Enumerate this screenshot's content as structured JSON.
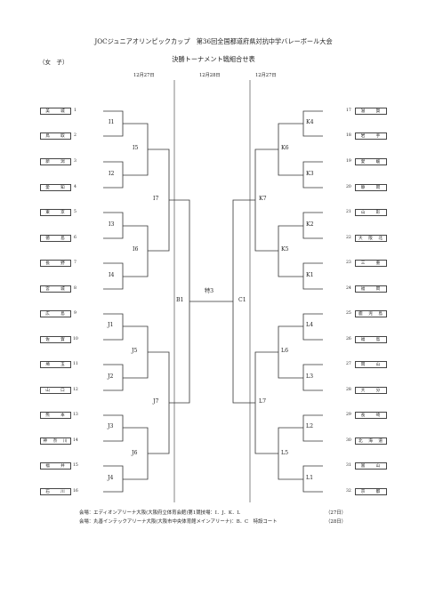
{
  "header": {
    "title": "JOCジュニアオリンピックカップ　第36回全国都道府県対抗中学バレーボール大会",
    "subtitle": "決勝トーナメント戦組合せ表",
    "category": "（女　子）"
  },
  "dates": {
    "left": "12月27日",
    "center": "12月28日",
    "right": "12月27日"
  },
  "left_teams": [
    {
      "num": "1",
      "name": "美　　城"
    },
    {
      "num": "2",
      "name": "鳥　　取"
    },
    {
      "num": "3",
      "name": "新　　潟"
    },
    {
      "num": "4",
      "name": "愛　　知"
    },
    {
      "num": "5",
      "name": "東　　京"
    },
    {
      "num": "6",
      "name": "徳　　島"
    },
    {
      "num": "7",
      "name": "長　　野"
    },
    {
      "num": "8",
      "name": "宮　　城"
    },
    {
      "num": "9",
      "name": "広　　島"
    },
    {
      "num": "10",
      "name": "佐　　賀"
    },
    {
      "num": "11",
      "name": "埼　　玉"
    },
    {
      "num": "12",
      "name": "山　　口"
    },
    {
      "num": "13",
      "name": "熊　　本"
    },
    {
      "num": "14",
      "name": "神　奈　川"
    },
    {
      "num": "15",
      "name": "福　　井"
    },
    {
      "num": "16",
      "name": "石　　川"
    }
  ],
  "right_teams": [
    {
      "num": "17",
      "name": "滋　　賀"
    },
    {
      "num": "18",
      "name": "岩　　手"
    },
    {
      "num": "19",
      "name": "愛　　媛"
    },
    {
      "num": "20",
      "name": "静　　岡"
    },
    {
      "num": "21",
      "name": "山　　形"
    },
    {
      "num": "22",
      "name": "大　阪　北"
    },
    {
      "num": "23",
      "name": "三　　重"
    },
    {
      "num": "24",
      "name": "福　　岡"
    },
    {
      "num": "25",
      "name": "鹿　児　島"
    },
    {
      "num": "26",
      "name": "福　　島"
    },
    {
      "num": "27",
      "name": "岡　　山"
    },
    {
      "num": "28",
      "name": "大　　分"
    },
    {
      "num": "29",
      "name": "長　　崎"
    },
    {
      "num": "30",
      "name": "北　海　道"
    },
    {
      "num": "31",
      "name": "富　　山"
    },
    {
      "num": "32",
      "name": "京　　都"
    }
  ],
  "matches": {
    "I1": "I1",
    "I2": "I2",
    "I3": "I3",
    "I4": "I4",
    "I5": "I5",
    "I6": "I6",
    "I7": "I7",
    "J1": "J1",
    "J2": "J2",
    "J3": "J3",
    "J4": "J4",
    "J5": "J5",
    "J6": "J6",
    "J7": "J7",
    "K1": "K1",
    "K2": "K2",
    "K3": "K3",
    "K4": "K4",
    "K5": "K5",
    "K6": "K6",
    "K7": "K7",
    "L1": "L1",
    "L2": "L2",
    "L3": "L3",
    "L4": "L4",
    "L5": "L5",
    "L6": "L6",
    "L7": "L7",
    "B1": "B1",
    "C1": "C1",
    "final": "特3"
  },
  "footer": {
    "venue1": "会場：エディオンアリーナ大阪(大阪府立体育会館)第1競技場：I．J．K．L",
    "venue1_date": "（27日）",
    "venue2": "会場：丸善インテックアリーナ大阪(大阪市中央体育館メインアリーナ)：B．C　特設コート",
    "venue2_date": "（28日）"
  }
}
